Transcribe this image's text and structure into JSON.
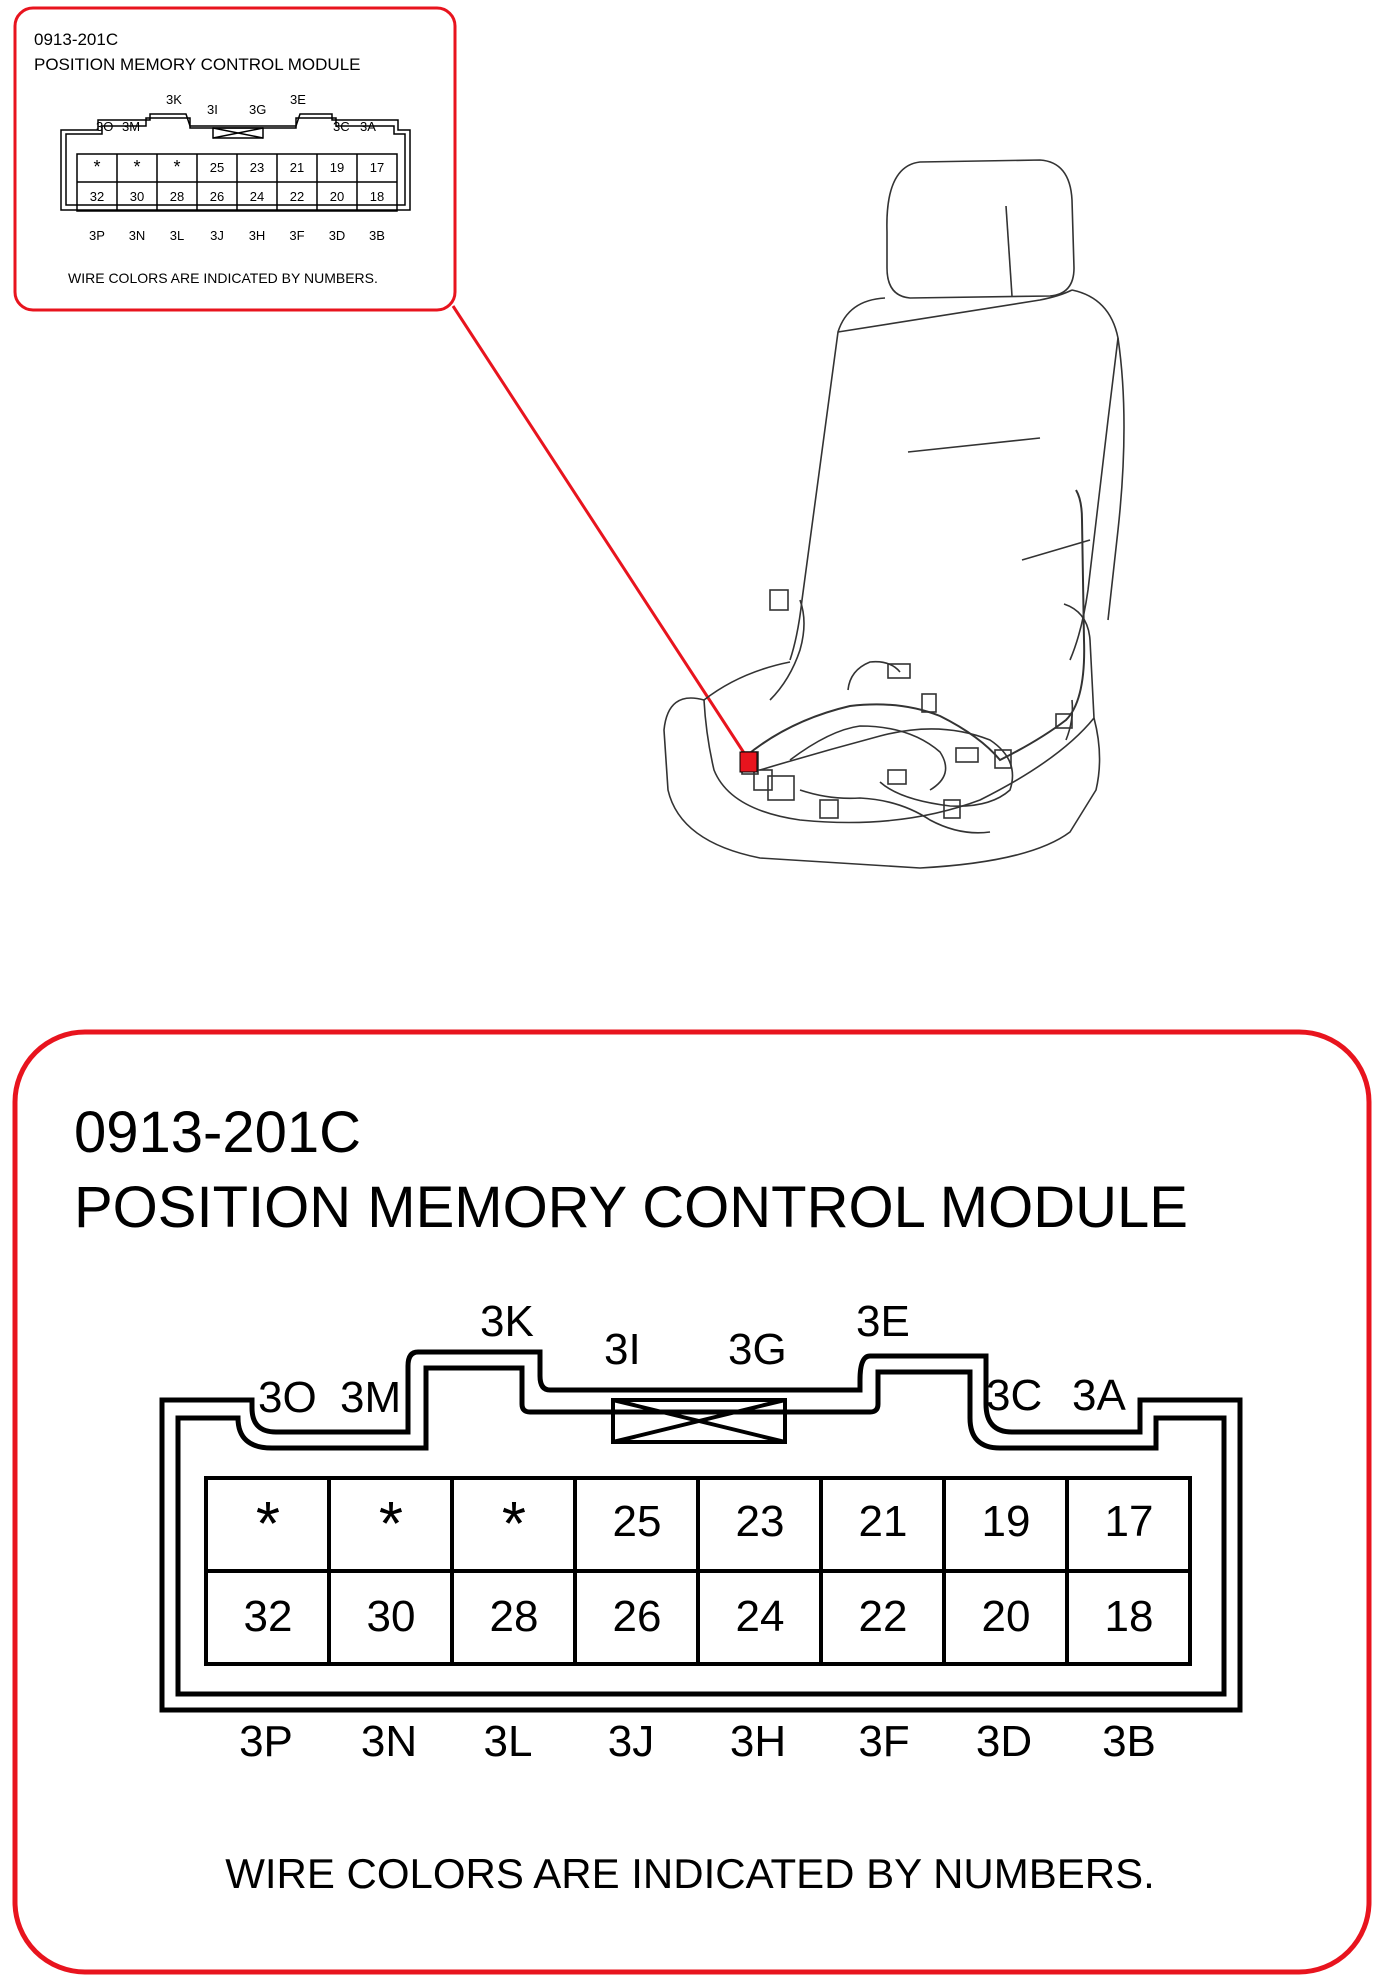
{
  "inset": {
    "code": "0913-201C",
    "title": "POSITION MEMORY CONTROL MODULE",
    "note": "WIRE COLORS ARE INDICATED BY NUMBERS."
  },
  "connector": {
    "code": "0913-201C",
    "title": "POSITION MEMORY CONTROL MODULE",
    "note": "WIRE COLORS ARE INDICATED BY NUMBERS.",
    "top_labels": [
      "3O",
      "3M",
      "3K",
      "3I",
      "3G",
      "3E",
      "3C",
      "3A"
    ],
    "bottom_labels": [
      "3P",
      "3N",
      "3L",
      "3J",
      "3H",
      "3F",
      "3D",
      "3B"
    ],
    "row1": [
      "*",
      "*",
      "*",
      "25",
      "23",
      "21",
      "19",
      "17"
    ],
    "row2": [
      "32",
      "30",
      "28",
      "26",
      "24",
      "22",
      "20",
      "18"
    ]
  },
  "colors": {
    "callout": "#e8141e",
    "line": "#000000",
    "seat": "#333333"
  }
}
